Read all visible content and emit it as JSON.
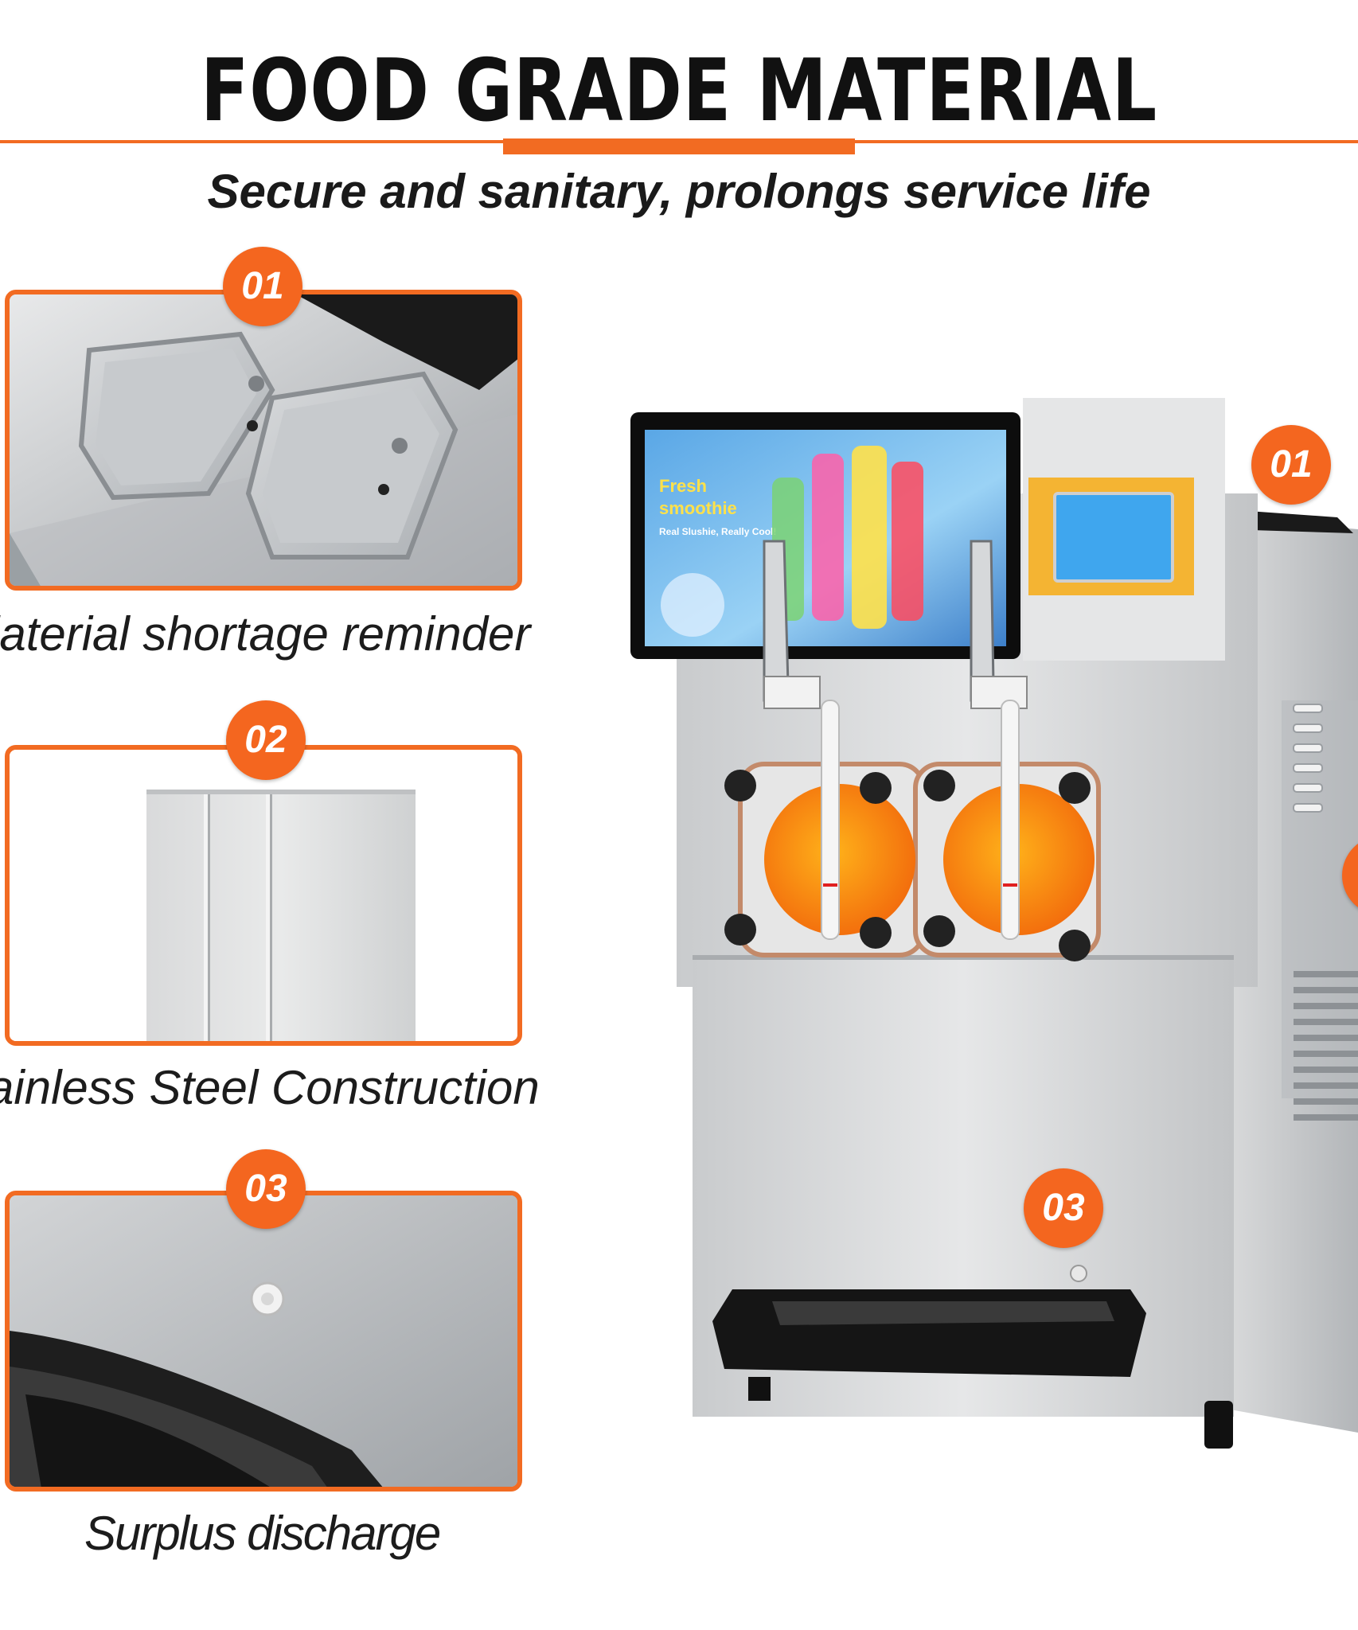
{
  "header": {
    "title": "FOOD GRADE MATERIAL",
    "subtitle": "Secure and sanitary, prolongs service life"
  },
  "features": [
    {
      "badge": "01",
      "caption": "laterial shortage reminder"
    },
    {
      "badge": "02",
      "caption": "ainless Steel Construction"
    },
    {
      "badge": "03",
      "caption": "Surplus discharge"
    }
  ],
  "machine": {
    "screen_line1": "Fresh",
    "screen_line2": "smoothie",
    "screen_line3": "Real Slushie, Really Cool!",
    "badge_top": "01",
    "badge_bottom": "03"
  },
  "colors": {
    "accent": "#f26b22",
    "steel": "#cfd0d1",
    "juice_orange": "#f57a10"
  }
}
